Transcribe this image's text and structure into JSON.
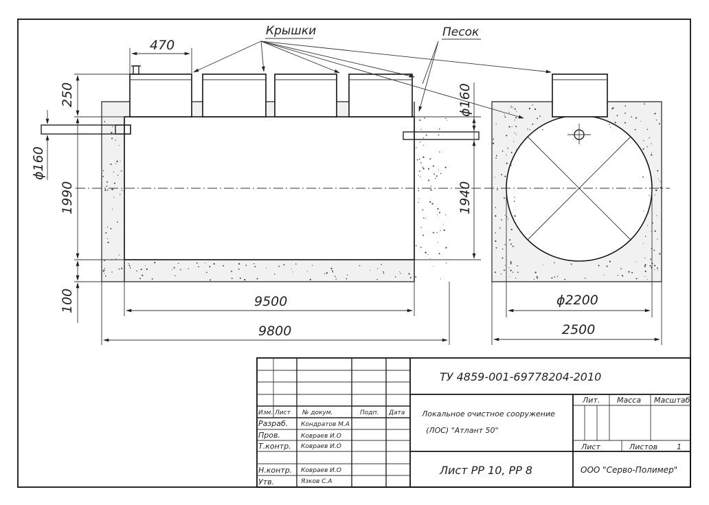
{
  "callouts": {
    "covers": "Крышки",
    "sand": "Песок"
  },
  "dimensions": {
    "lid_width": "470",
    "lid_height": "250",
    "pipe_left": "ϕ160",
    "pipe_right": "ϕ160",
    "height_left": "1990",
    "height_right": "1940",
    "bottom_layer": "100",
    "tank_length": "9500",
    "total_length": "9800",
    "tank_diameter": "ϕ2200",
    "total_width": "2500"
  },
  "title_block": {
    "designation": "ТУ 4859-001-69778204-2010",
    "headers": {
      "change": "Изм.",
      "sheet": "Лист",
      "doc_no": "№ докум.",
      "sign": "Подп.",
      "date": "Дата"
    },
    "roles": [
      {
        "role": "Разраб.",
        "name": "Кондратов М.А"
      },
      {
        "role": "Пров.",
        "name": "Ковраев И.О"
      },
      {
        "role": "Т.контр.",
        "name": "Ковраев И.О"
      },
      {
        "role": "Н.контр.",
        "name": "Ковраев И.О"
      },
      {
        "role": "Утв.",
        "name": "Язков С.А"
      }
    ],
    "product_line1": "Локальное очистное сооружение",
    "product_line2": "(ЛОС) \"Атлант 50\"",
    "sheet_label": "Лист РР 10, РР 8",
    "lit": "Лит.",
    "mass": "Масса",
    "scale": "Масштаб",
    "sheet": "Лист",
    "sheets": "Листов",
    "sheets_count": "1",
    "company": "ООО \"Сервo-Полимер\""
  }
}
